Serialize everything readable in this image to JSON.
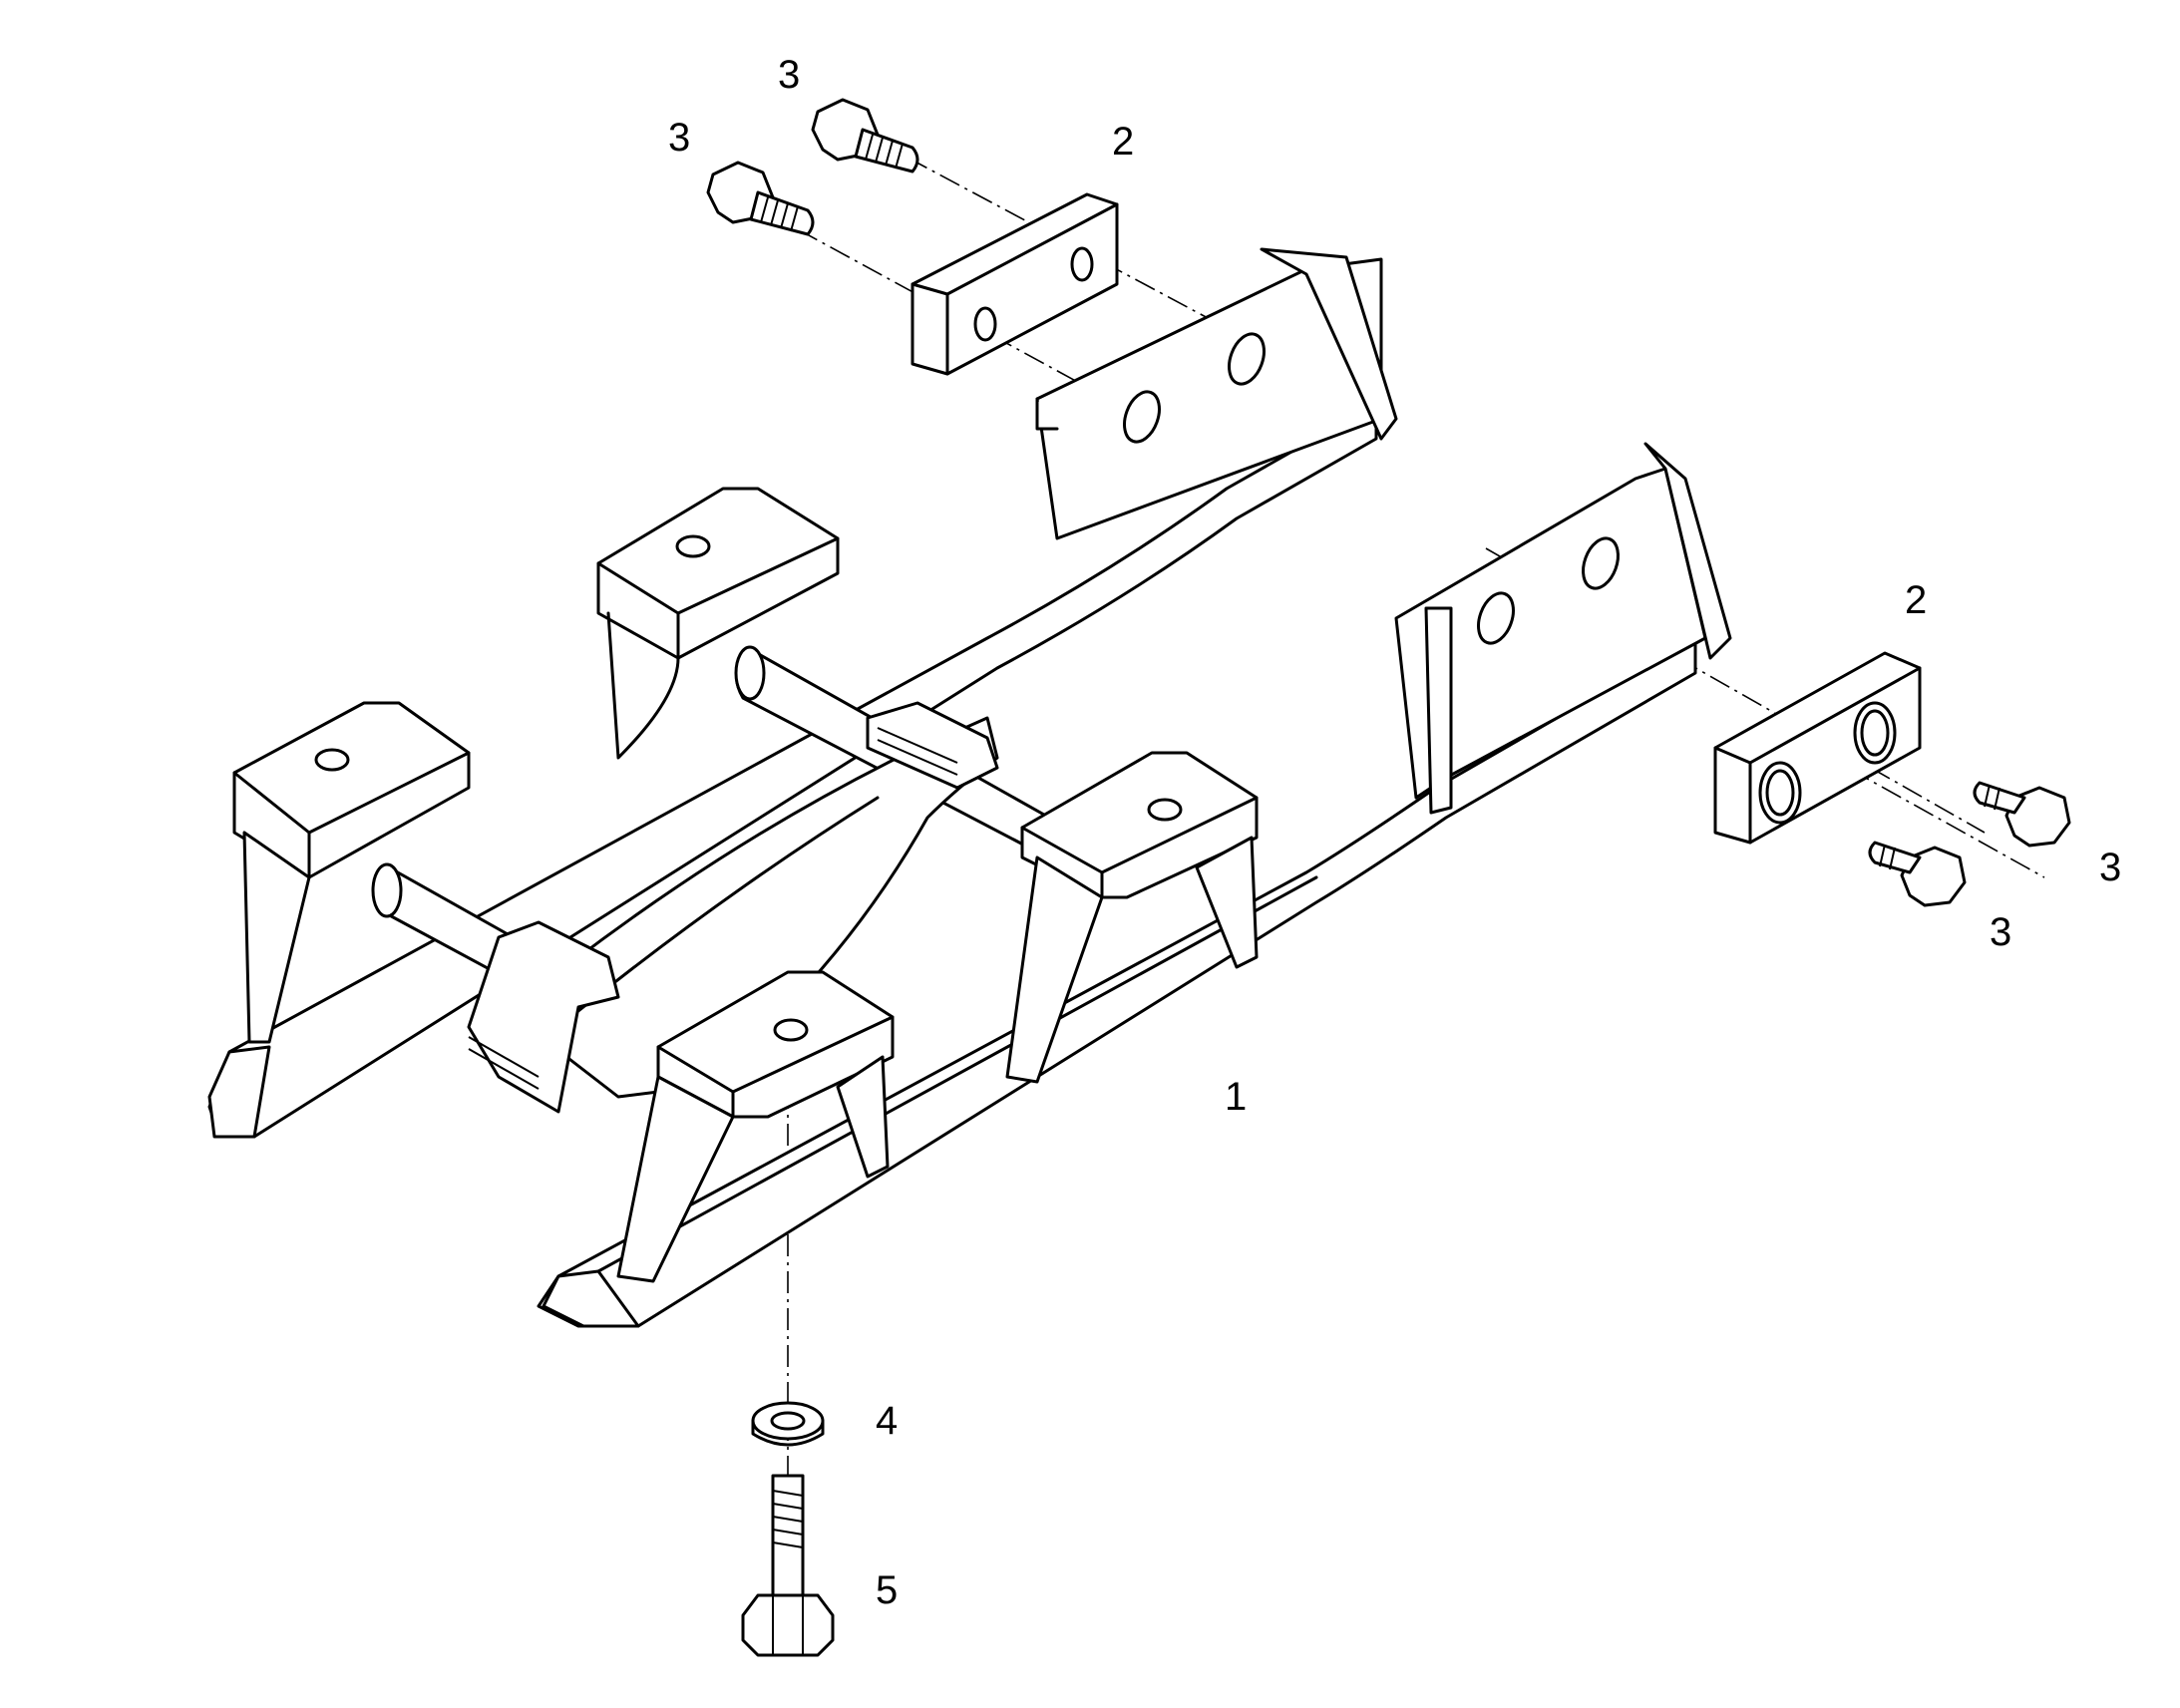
{
  "callouts": [
    {
      "id": "c1",
      "label": "1"
    },
    {
      "id": "c2a",
      "label": "2"
    },
    {
      "id": "c2b",
      "label": "2"
    },
    {
      "id": "c3a",
      "label": "3"
    },
    {
      "id": "c3b",
      "label": "3"
    },
    {
      "id": "c3c",
      "label": "3"
    },
    {
      "id": "c3d",
      "label": "3"
    },
    {
      "id": "c4",
      "label": "4"
    },
    {
      "id": "c5",
      "label": "5"
    }
  ],
  "colors": {
    "line": "#000000",
    "background": "#ffffff"
  }
}
